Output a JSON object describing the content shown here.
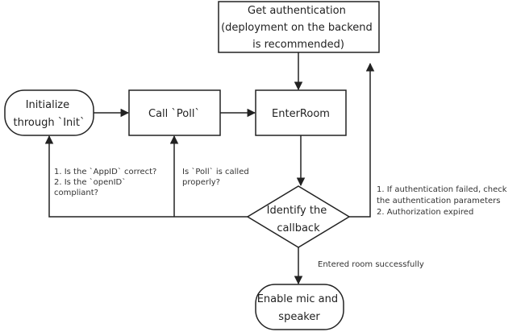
{
  "nodes": {
    "auth": {
      "lines": [
        "Get authentication",
        "(deployment on the backend",
        "is recommended)"
      ]
    },
    "init": {
      "lines": [
        "Initialize",
        "through `Init`"
      ]
    },
    "poll": {
      "lines": [
        "Call `Poll`"
      ]
    },
    "enter": {
      "lines": [
        "EnterRoom"
      ]
    },
    "identify": {
      "lines": [
        "Identify the",
        "callback"
      ]
    },
    "enable": {
      "lines": [
        "Enable mic and",
        "speaker"
      ]
    }
  },
  "edge_labels": {
    "init_check": {
      "lines": [
        "1. Is the `AppID` correct?",
        "2. Is the `openID`",
        "compliant?"
      ]
    },
    "poll_check": {
      "lines": [
        "Is `Poll` is called",
        "properly?"
      ]
    },
    "auth_check": {
      "lines": [
        "1. If authentication failed, check",
        "the authentication parameters",
        "2. Authorization expired"
      ]
    },
    "success": {
      "lines": [
        "Entered room successfully"
      ]
    }
  },
  "colors": {
    "stroke": "#222222",
    "text": "#222222",
    "background": "#ffffff"
  }
}
